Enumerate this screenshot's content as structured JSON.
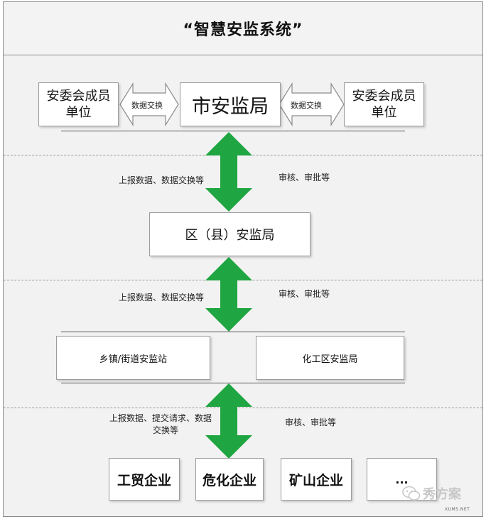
{
  "title": "“智慧安监系统”",
  "top_tier": {
    "left_box": [
      "安委会成员",
      "单位"
    ],
    "center_box": "市安监局",
    "right_box": [
      "安委会成员",
      "单位"
    ],
    "exchange_left": "数据交换",
    "exchange_right": "数据交换"
  },
  "tier2": {
    "box": "区（县）安监局"
  },
  "tier3": {
    "left_box": "乡镇/街道安监站",
    "right_box": "化工区安监局"
  },
  "tier4": {
    "boxes": [
      "工贸企业",
      "危化企业",
      "矿山企业",
      "..."
    ]
  },
  "flows": {
    "f1_left": "上报数据、数据交换等",
    "f1_right": "审核、审批等",
    "f2_left": "上报数据、数据交换等",
    "f2_right": "审核、审批等",
    "f3_left_line1": "上报数据、提交请求、数据",
    "f3_left_line2": "交换等",
    "f3_right": "审核、审批等"
  },
  "watermark": {
    "text": "秀方案",
    "site": "XUMS.NET"
  },
  "colors": {
    "arrow_green": "#1fa541",
    "box_border": "#9c9c9c",
    "panel_bg": "#f2f2f2"
  }
}
